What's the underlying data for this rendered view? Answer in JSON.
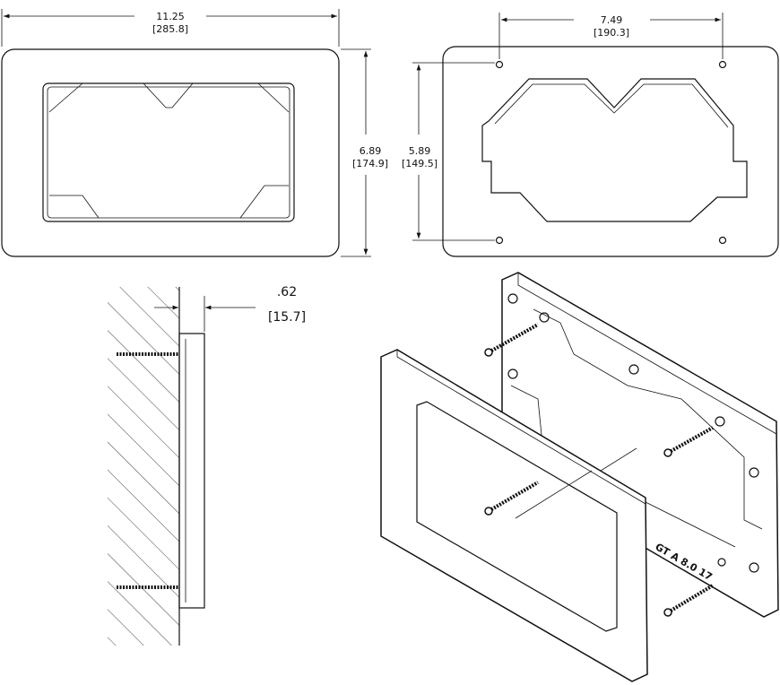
{
  "front_view": {
    "width_in": "11.25",
    "width_mm": "[285.8]",
    "height_in": "6.89",
    "height_mm": "[174.9]"
  },
  "back_view": {
    "hole_spacing_in": "7.49",
    "hole_spacing_mm": "[190.3]",
    "hole_vertical_in": "5.89",
    "hole_vertical_mm": "[149.5]"
  },
  "side_view": {
    "depth_in": ".62",
    "depth_mm": "[15.7]"
  },
  "iso_view": {
    "engraving": "GT A 8.0 17"
  }
}
